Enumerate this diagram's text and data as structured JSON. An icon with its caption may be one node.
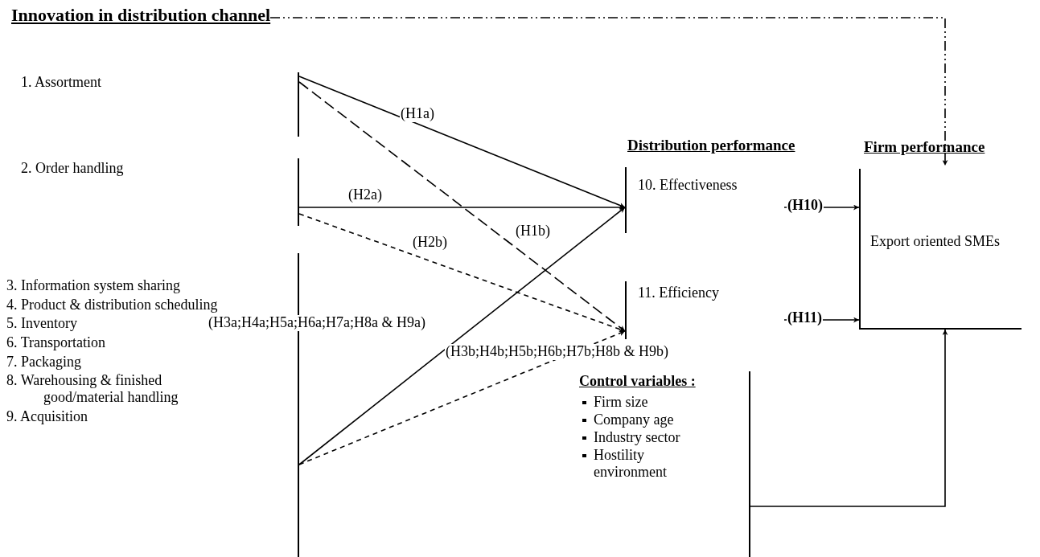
{
  "diagram": {
    "nodes": [
      {
        "text": [
          "Innovation in distribution channel"
        ]
      },
      {
        "text": [
          "1. Assortment"
        ]
      },
      {
        "text": [
          "2. Order handling"
        ]
      },
      {
        "text": [
          "3. Information system sharing",
          "4. Product & distribution scheduling",
          "5. Inventory",
          "6. Transportation",
          "7. Packaging",
          "8. Warehousing & finished good/material handling",
          "9. Acquisition"
        ]
      },
      {
        "text": [
          "10. Effectiveness"
        ]
      },
      {
        "text": [
          "11. Efficiency"
        ]
      },
      {
        "text": [
          "Firm performance",
          "Export oriented SMEs"
        ]
      },
      {
        "text": [
          "Control variables :",
          "Firm size",
          "Company age",
          "Industry sector",
          "Hostility environment"
        ]
      }
    ],
    "edges": [
      {
        "from": 0,
        "to": 6,
        "arrow": "to",
        "style": "dashed"
      },
      {
        "from": 1,
        "to": 4,
        "arrow": "to",
        "label": "(H1a)"
      },
      {
        "from": 1,
        "to": 5,
        "arrow": "to",
        "label": "(H1b)",
        "style": "dashed"
      },
      {
        "from": 2,
        "to": 4,
        "arrow": "to",
        "label": "(H2a)"
      },
      {
        "from": 2,
        "to": 5,
        "arrow": "to",
        "label": "(H2b)",
        "style": "dashed"
      },
      {
        "from": 3,
        "to": 4,
        "arrow": "to",
        "label": "(H3a;H4a;H5a;H6a;H7a;H8a & H9a)"
      },
      {
        "from": 3,
        "to": 5,
        "arrow": "to",
        "label": "(H3b;H4b;H5b;H6b;H7b;H8b & H9b)",
        "style": "dashed"
      },
      {
        "from": 4,
        "to": 6,
        "arrow": "to",
        "label": "(H10)"
      },
      {
        "from": 5,
        "to": 6,
        "arrow": "to",
        "label": "(H11)"
      },
      {
        "from": 7,
        "to": 6,
        "arrow": "to"
      }
    ],
    "labels": [
      "Distribution performance"
    ]
  }
}
